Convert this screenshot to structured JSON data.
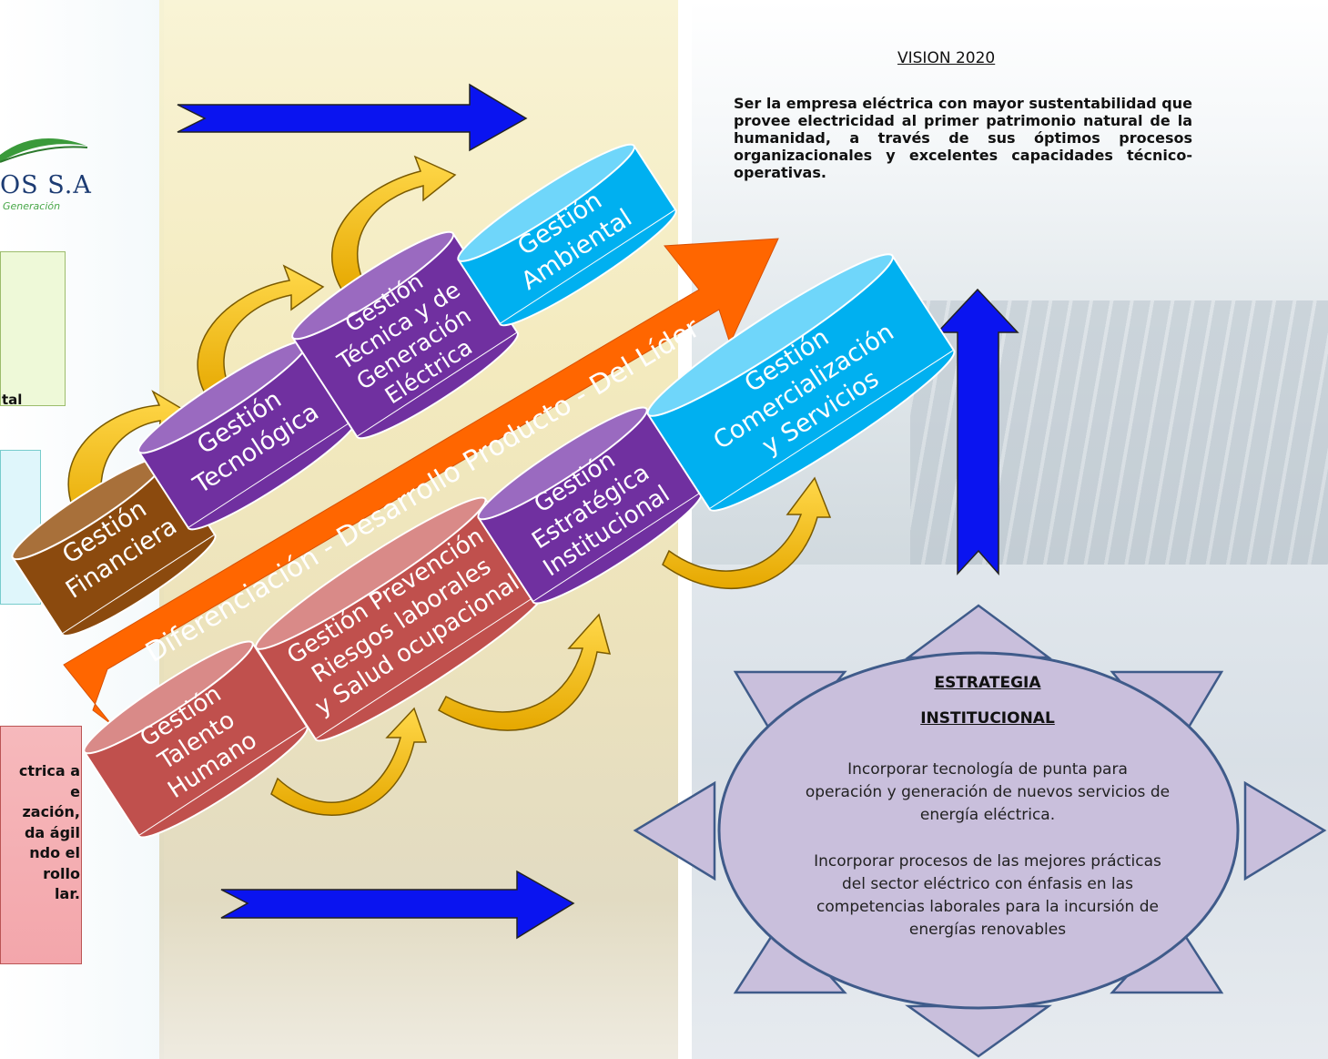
{
  "logo": {
    "name": "OS S.A",
    "subtitle": "Generación"
  },
  "left_panels": {
    "green_text": "tal",
    "pink_lines": [
      "ctrica a",
      "e",
      "zación,",
      "da  ágil",
      "ndo el",
      "rollo",
      "lar."
    ]
  },
  "vision": {
    "title": "VISION 2020",
    "text": "Ser la empresa eléctrica con mayor sustentabilidad que provee electricidad al primer patrimonio natural de la humanidad, a través de sus óptimos procesos organizacionales y excelentes capacidades técnico-operativas."
  },
  "main_arrow": {
    "label": "Diferenciación -  Desarrollo Producto -     Del Líder"
  },
  "cylinders": {
    "financiera": [
      "Gestión",
      "Financiera"
    ],
    "tecnologica": [
      "Gestión",
      "Tecnológica"
    ],
    "tecnica": [
      "Gestión",
      "Técnica y de",
      "Generación",
      "Eléctrica"
    ],
    "ambiental": [
      "Gestión",
      "Ambiental"
    ],
    "talento": [
      "Gestión",
      "Talento",
      "Humano"
    ],
    "prevencion": [
      "Gestión Prevención",
      "Riesgos laborales",
      "y Salud ocupacional"
    ],
    "estrategica": [
      "Gestión",
      "Estratégica",
      "Institucional"
    ],
    "comercial": [
      "Gestión",
      "Comercialización",
      "y Servicios"
    ]
  },
  "strategy": {
    "title_line1": "ESTRATEGIA",
    "title_line2": "INSTITUCIONAL",
    "paragraph1": [
      "Incorporar tecnología de punta para",
      "operación y generación de nuevos servicios de",
      "energía eléctrica."
    ],
    "paragraph2": [
      "Incorporar procesos de las mejores prácticas",
      "del sector eléctrico con énfasis en las",
      "competencias laborales para la incursión de",
      "energías renovables"
    ]
  },
  "colors": {
    "purple": "#7030a0",
    "cyan": "#00b0f0",
    "brown": "#8b4a0e",
    "red": "#c0504d",
    "orange": "#ff6600",
    "blue_arrow": "#0a14f0",
    "curve_arrow": "#f5c400",
    "ellipse_fill": "#c9bfdc"
  }
}
